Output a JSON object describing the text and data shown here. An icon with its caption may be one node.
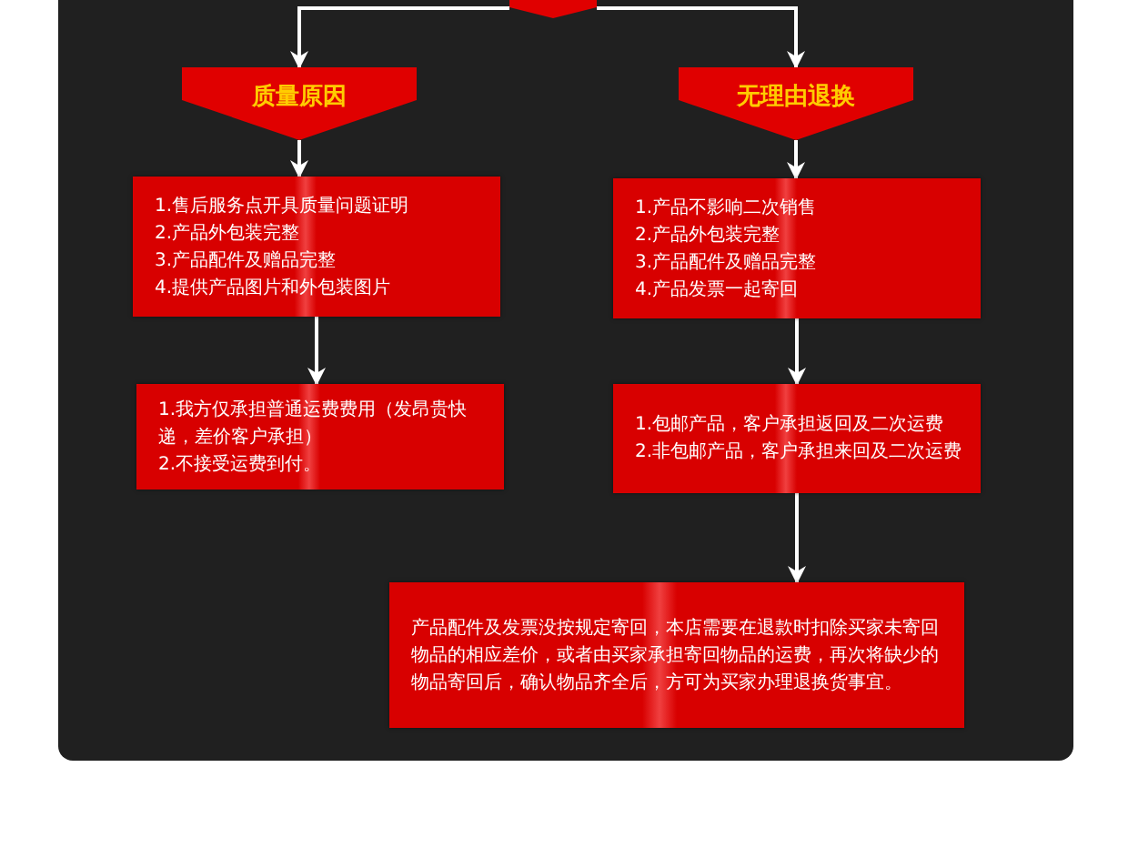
{
  "diagram": {
    "nodes": [
      {
        "text": [],
        "shape": "box"
      },
      {
        "text": [
          "质量原因"
        ]
      },
      {
        "text": [
          "无理由退换"
        ]
      },
      {
        "text": [
          "1.售后服务点开具质量问题证明",
          "2.产品外包装完整",
          "3.产品配件及赠品完整",
          "4.提供产品图片和外包装图片"
        ]
      },
      {
        "text": [
          "1.我方仅承担普通运费费用（发昂贵快递，差价客户承担）",
          "2.不接受运费到付。"
        ]
      },
      {
        "text": [
          "1.产品不影响二次销售",
          "2.产品外包装完整",
          "3.产品配件及赠品完整",
          "4.产品发票一起寄回"
        ]
      },
      {
        "text": [
          "1.包邮产品，客户承担返回及二次运费",
          "2.非包邮产品，客户承担来回及二次运费"
        ]
      },
      {
        "text": [
          "产品配件及发票没按规定寄回，本店需要在退款时扣除买家未寄回物品的相应差价，或者由买家承担寄回物品的运费，再次将缺少的物品寄回后，确认物品齐全后，方可为买家办理退换货事宜。"
        ]
      }
    ],
    "edges": [
      {
        "from": 0,
        "to": 1,
        "arrow": "to"
      },
      {
        "from": 0,
        "to": 2,
        "arrow": "to"
      },
      {
        "from": 1,
        "to": 3,
        "arrow": "to"
      },
      {
        "from": 3,
        "to": 4,
        "arrow": "to"
      },
      {
        "from": 2,
        "to": 5,
        "arrow": "to"
      },
      {
        "from": 5,
        "to": 6,
        "arrow": "to"
      },
      {
        "from": 6,
        "to": 7,
        "arrow": "to"
      }
    ]
  }
}
